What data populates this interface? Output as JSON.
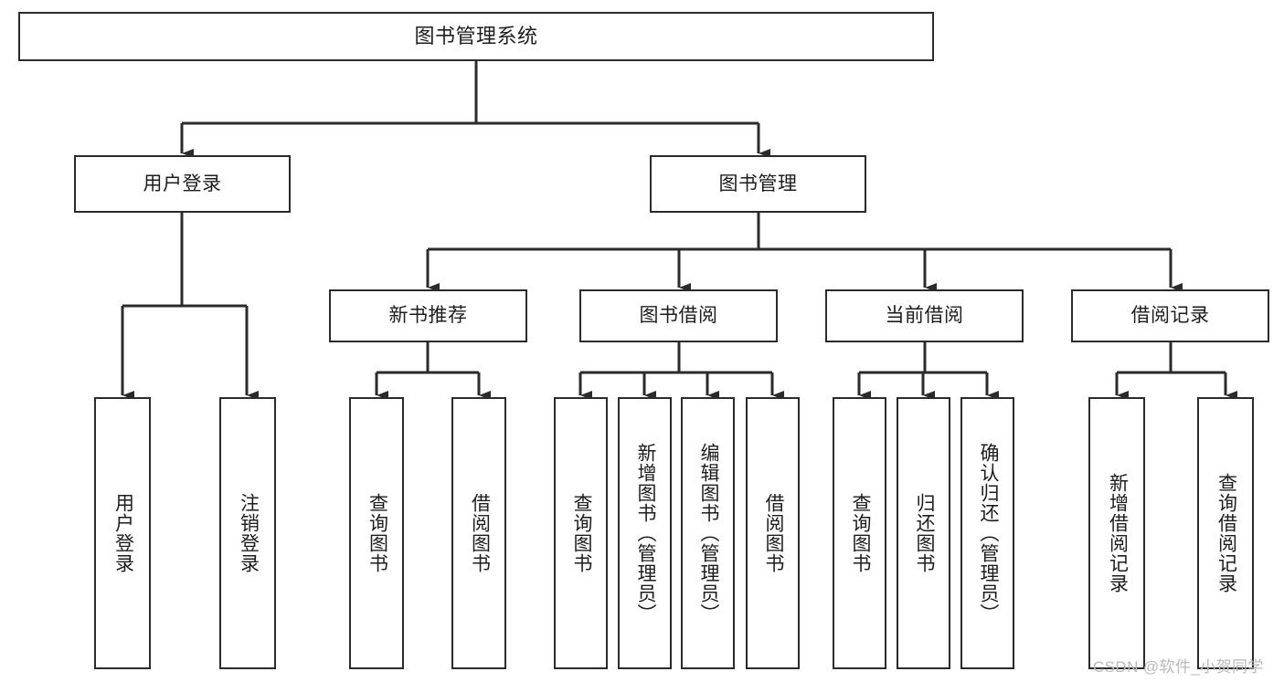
{
  "diagram": {
    "type": "tree-hierarchy",
    "title": "图书管理系统",
    "orientation": "top-down",
    "colors": {
      "box_border": "#2b2b2b",
      "box_fill": "#ffffff",
      "connector": "#2b2b2b",
      "text": "#1d1d1d",
      "watermark": "#b9b9b9",
      "background": "#ffffff"
    }
  },
  "root": {
    "label": "图书管理系统"
  },
  "level2": [
    {
      "id": "user-login",
      "label": "用户登录"
    },
    {
      "id": "book-management",
      "label": "图书管理"
    }
  ],
  "level3": [
    {
      "id": "new-book-recommend",
      "label": "新书推荐"
    },
    {
      "id": "book-borrow",
      "label": "图书借阅"
    },
    {
      "id": "current-borrow",
      "label": "当前借阅"
    },
    {
      "id": "borrow-record",
      "label": "借阅记录"
    }
  ],
  "leaves": {
    "user-login": [
      {
        "id": "leaf-user-login",
        "label": "用户登录"
      },
      {
        "id": "leaf-user-logout",
        "label": "注销登录"
      }
    ],
    "new-book-recommend": [
      {
        "id": "leaf-query-book-1",
        "label": "查询图书"
      },
      {
        "id": "leaf-borrow-book-1",
        "label": "借阅图书"
      }
    ],
    "book-borrow": [
      {
        "id": "leaf-query-book-2",
        "label": "查询图书"
      },
      {
        "id": "leaf-add-book",
        "label": "新增图书（管理员）"
      },
      {
        "id": "leaf-edit-book",
        "label": "编辑图书（管理员）"
      },
      {
        "id": "leaf-borrow-book-2",
        "label": "借阅图书"
      }
    ],
    "current-borrow": [
      {
        "id": "leaf-query-book-3",
        "label": "查询图书"
      },
      {
        "id": "leaf-return-book",
        "label": "归还图书"
      },
      {
        "id": "leaf-confirm-return",
        "label": "确认归还（管理员）"
      }
    ],
    "borrow-record": [
      {
        "id": "leaf-add-record",
        "label": "新增借阅记录"
      },
      {
        "id": "leaf-query-record",
        "label": "查询借阅记录"
      }
    ]
  },
  "watermark": {
    "text": "CSDN @软件_小贺同学"
  }
}
